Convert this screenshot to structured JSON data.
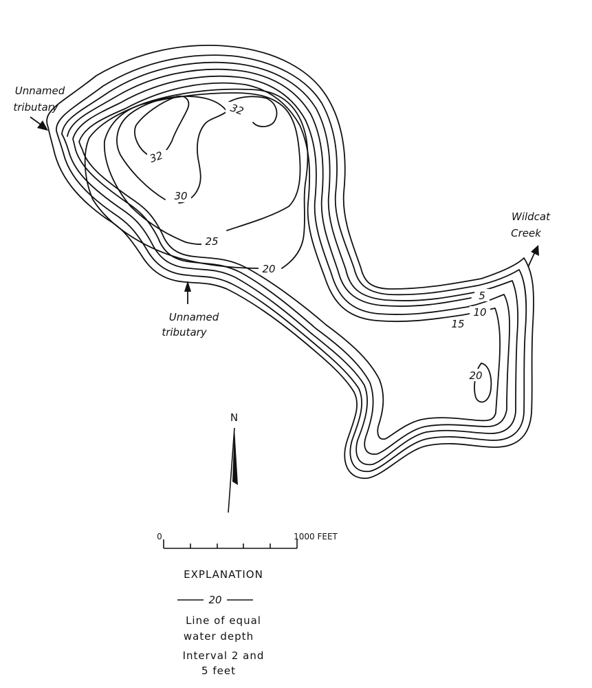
{
  "map": {
    "features": {
      "tributary_nw": "Unnamed tributary",
      "tributary_s": "Unnamed tributary",
      "creek": "Wildcat Creek"
    },
    "feature_lines": {
      "tributary_nw": [
        "Unnamed",
        "tributary"
      ],
      "tributary_s": [
        "Unnamed",
        "tributary"
      ],
      "creek": [
        "Wildcat",
        "Creek"
      ]
    },
    "contour_labels": {
      "c32_north": "32",
      "c32_west": "32",
      "c30": "30",
      "c25": "25",
      "c20_main": "20",
      "c5": "5",
      "c10": "10",
      "c15": "15",
      "c20_east": "20"
    },
    "north_label": "N",
    "scale": {
      "start": "0",
      "end": "1000 FEET"
    },
    "legend": {
      "title": "EXPLANATION",
      "sample_value": "20",
      "description": [
        "Line of equal",
        "water depth"
      ],
      "interval": [
        "Interval 2 and",
        "5 feet"
      ]
    }
  }
}
